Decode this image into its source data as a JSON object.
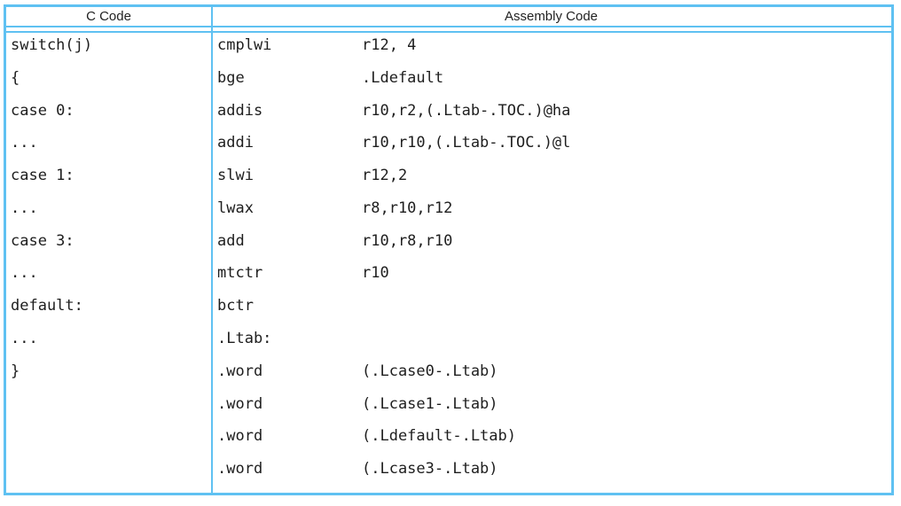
{
  "table": {
    "headers": {
      "c": "C Code",
      "assembly": "Assembly Code"
    },
    "rows": [
      {
        "c": "switch(j)",
        "mnemonic": "cmplwi",
        "operands": "r12, 4"
      },
      {
        "c": "{",
        "mnemonic": "bge",
        "operands": ".Ldefault"
      },
      {
        "c": "case 0:",
        "mnemonic": "addis",
        "operands": "r10,r2,(.Ltab-.TOC.)@ha"
      },
      {
        "c": "...",
        "mnemonic": "addi",
        "operands": "r10,r10,(.Ltab-.TOC.)@l"
      },
      {
        "c": "case 1:",
        "mnemonic": "slwi",
        "operands": "r12,2"
      },
      {
        "c": "...",
        "mnemonic": "lwax",
        "operands": "r8,r10,r12"
      },
      {
        "c": "case 3:",
        "mnemonic": "add",
        "operands": "r10,r8,r10"
      },
      {
        "c": "...",
        "mnemonic": "mtctr",
        "operands": "r10"
      },
      {
        "c": "default:",
        "mnemonic": "bctr",
        "operands": ""
      },
      {
        "c": "...",
        "mnemonic": ".Ltab:",
        "operands": ""
      },
      {
        "c": "}",
        "mnemonic": ".word",
        "operands": "(.Lcase0-.Ltab)"
      },
      {
        "c": "",
        "mnemonic": ".word",
        "operands": "(.Lcase1-.Ltab)"
      },
      {
        "c": "",
        "mnemonic": ".word",
        "operands": "(.Ldefault-.Ltab)"
      },
      {
        "c": "",
        "mnemonic": ".word",
        "operands": "(.Lcase3-.Ltab)"
      }
    ],
    "colors": {
      "border": "#5fc1f2",
      "text": "#1e1e1e",
      "header_text": "#222222",
      "background": "#ffffff"
    }
  }
}
